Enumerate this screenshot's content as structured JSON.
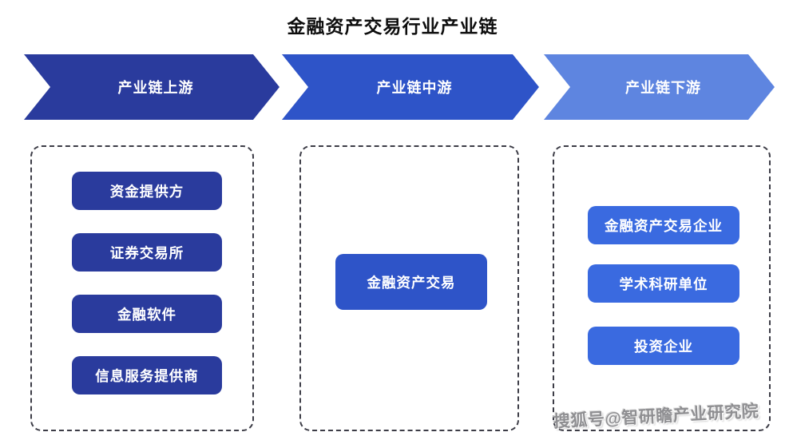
{
  "title": "金融资产交易行业产业链",
  "stages": [
    {
      "label": "产业链上游",
      "color": "#2a3b9d"
    },
    {
      "label": "产业链中游",
      "color": "#2e54c8"
    },
    {
      "label": "产业链下游",
      "color": "#5e85e0"
    }
  ],
  "columns": {
    "upstream": {
      "node_color": "#2a3b9d",
      "items": [
        "资金提供方",
        "证券交易所",
        "金融软件",
        "信息服务提供商"
      ]
    },
    "midstream": {
      "node_color": "#2e54c8",
      "items": [
        "金融资产交易"
      ]
    },
    "downstream": {
      "node_color": "#3a6ae0",
      "items": [
        "金融资产交易企业",
        "学术科研单位",
        "投资企业"
      ]
    }
  },
  "watermark": "搜狐号@智研瞻产业研究院"
}
